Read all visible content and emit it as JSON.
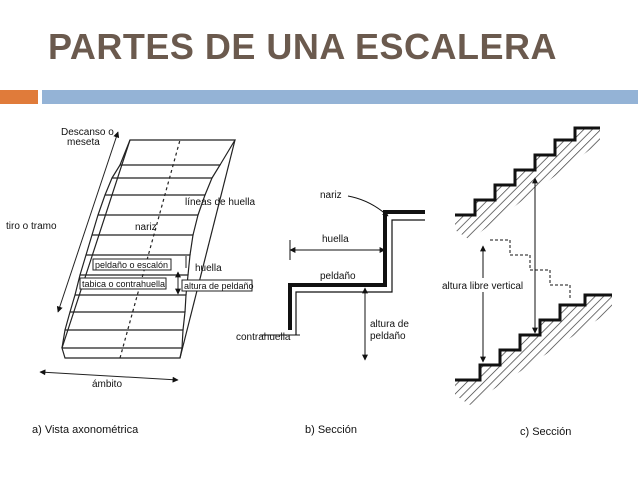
{
  "slide": {
    "title": "PARTES DE UNA ESCALERA",
    "colors": {
      "title": "#6b5a4e",
      "accent": "#e07b3a",
      "rule": "#94b3d6"
    }
  },
  "figure_a": {
    "caption": "a) Vista axonométrica",
    "labels": {
      "descanso": "Descanso o",
      "meseta": "meseta",
      "lineas_huella": "líneas de huella",
      "nariz": "nariz",
      "tiro": "tiro o tramo",
      "peldano": "peldaño o escalón",
      "tabica": "tabica o contrahuella",
      "huella": "huella",
      "altura": "altura de peldaño",
      "ambito": "ámbito"
    }
  },
  "figure_b": {
    "caption": "b) Sección",
    "labels": {
      "nariz": "nariz",
      "huella": "huella",
      "peldano": "peldaño",
      "contrahuella": "contrahuella",
      "altura_1": "altura de",
      "altura_2": "peldaño"
    }
  },
  "figure_c": {
    "caption": "c) Sección",
    "labels": {
      "altura_libre": "altura libre vertical"
    }
  }
}
